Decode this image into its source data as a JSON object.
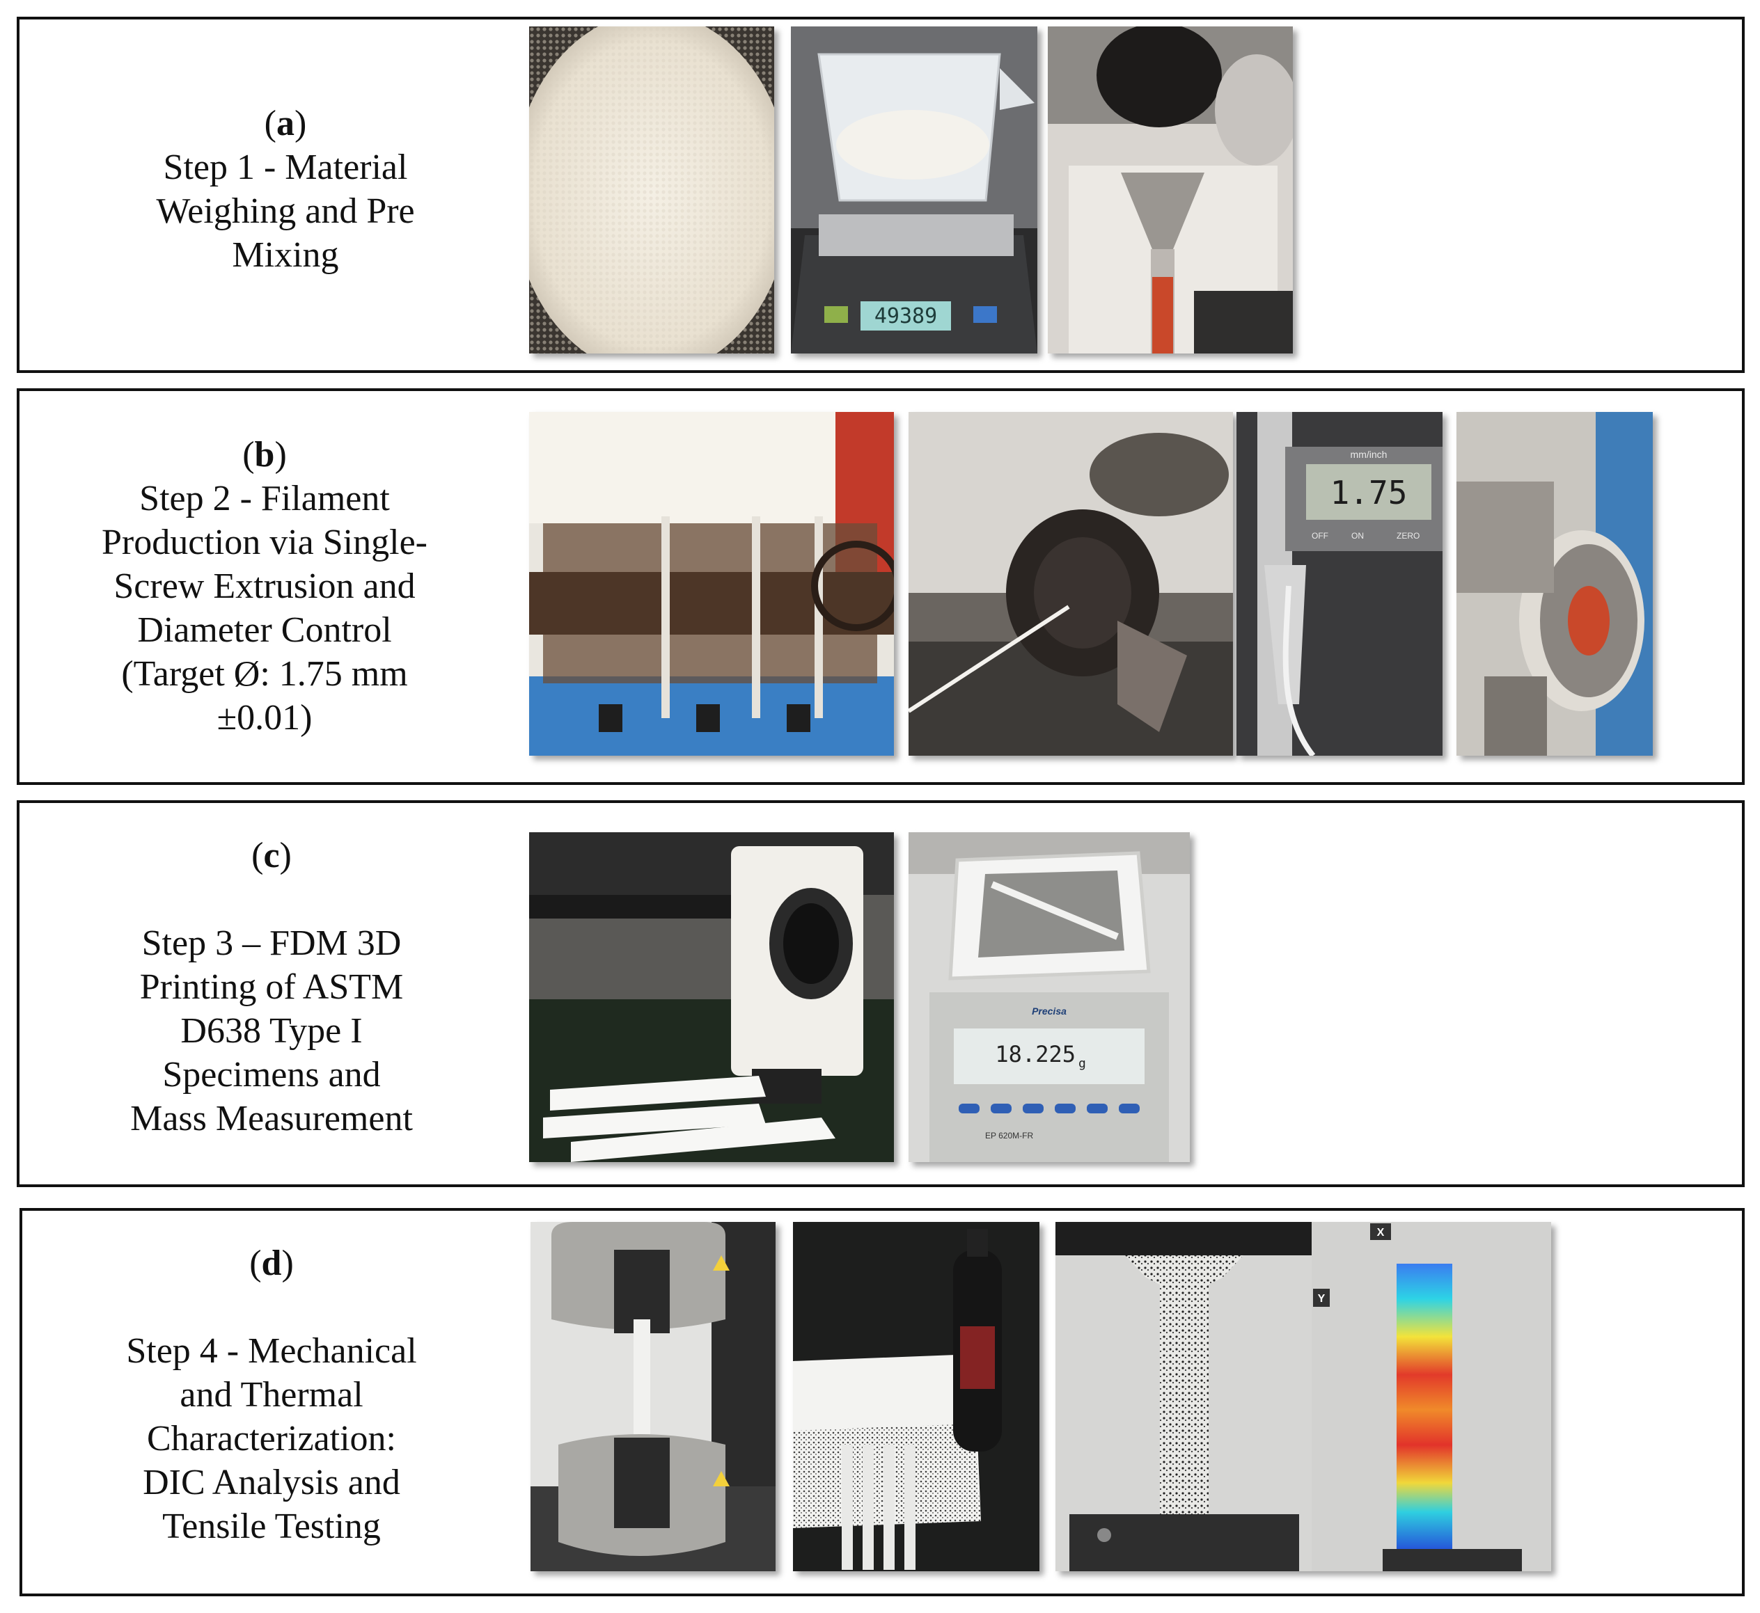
{
  "panels": [
    {
      "tag": "a",
      "text_lines": [
        "Step 1 - Material",
        "Weighing and Pre",
        "Mixing"
      ]
    },
    {
      "tag": "b",
      "text_lines": [
        "Step 2 - Filament",
        "Production via Single-",
        "Screw Extrusion and",
        "Diameter Control",
        "(Target Ø: 1.75 mm",
        "±0.01)"
      ]
    },
    {
      "tag": "c",
      "text_lines": [
        "Step 3 –  FDM 3D",
        "Printing of ASTM",
        "D638 Type I",
        "Specimens and",
        "Mass Measurement"
      ]
    },
    {
      "tag": "d",
      "text_lines": [
        "Step 4 - Mechanical",
        "and Thermal",
        "Characterization:",
        "DIC Analysis and",
        "Tensile Testing"
      ]
    }
  ],
  "photo_readouts": {
    "scale_reading": "49389",
    "caliper_reading": "1.75",
    "caliper_unit": "mm/inch",
    "caliper_buttons": [
      "OFF",
      "ON",
      "ZERO"
    ],
    "balance_brand": "Precisa",
    "balance_reading": "18.225",
    "balance_unit": "g",
    "balance_model": "EP 620M-FR",
    "dic_axis_x": "X",
    "dic_axis_y": "Y"
  }
}
